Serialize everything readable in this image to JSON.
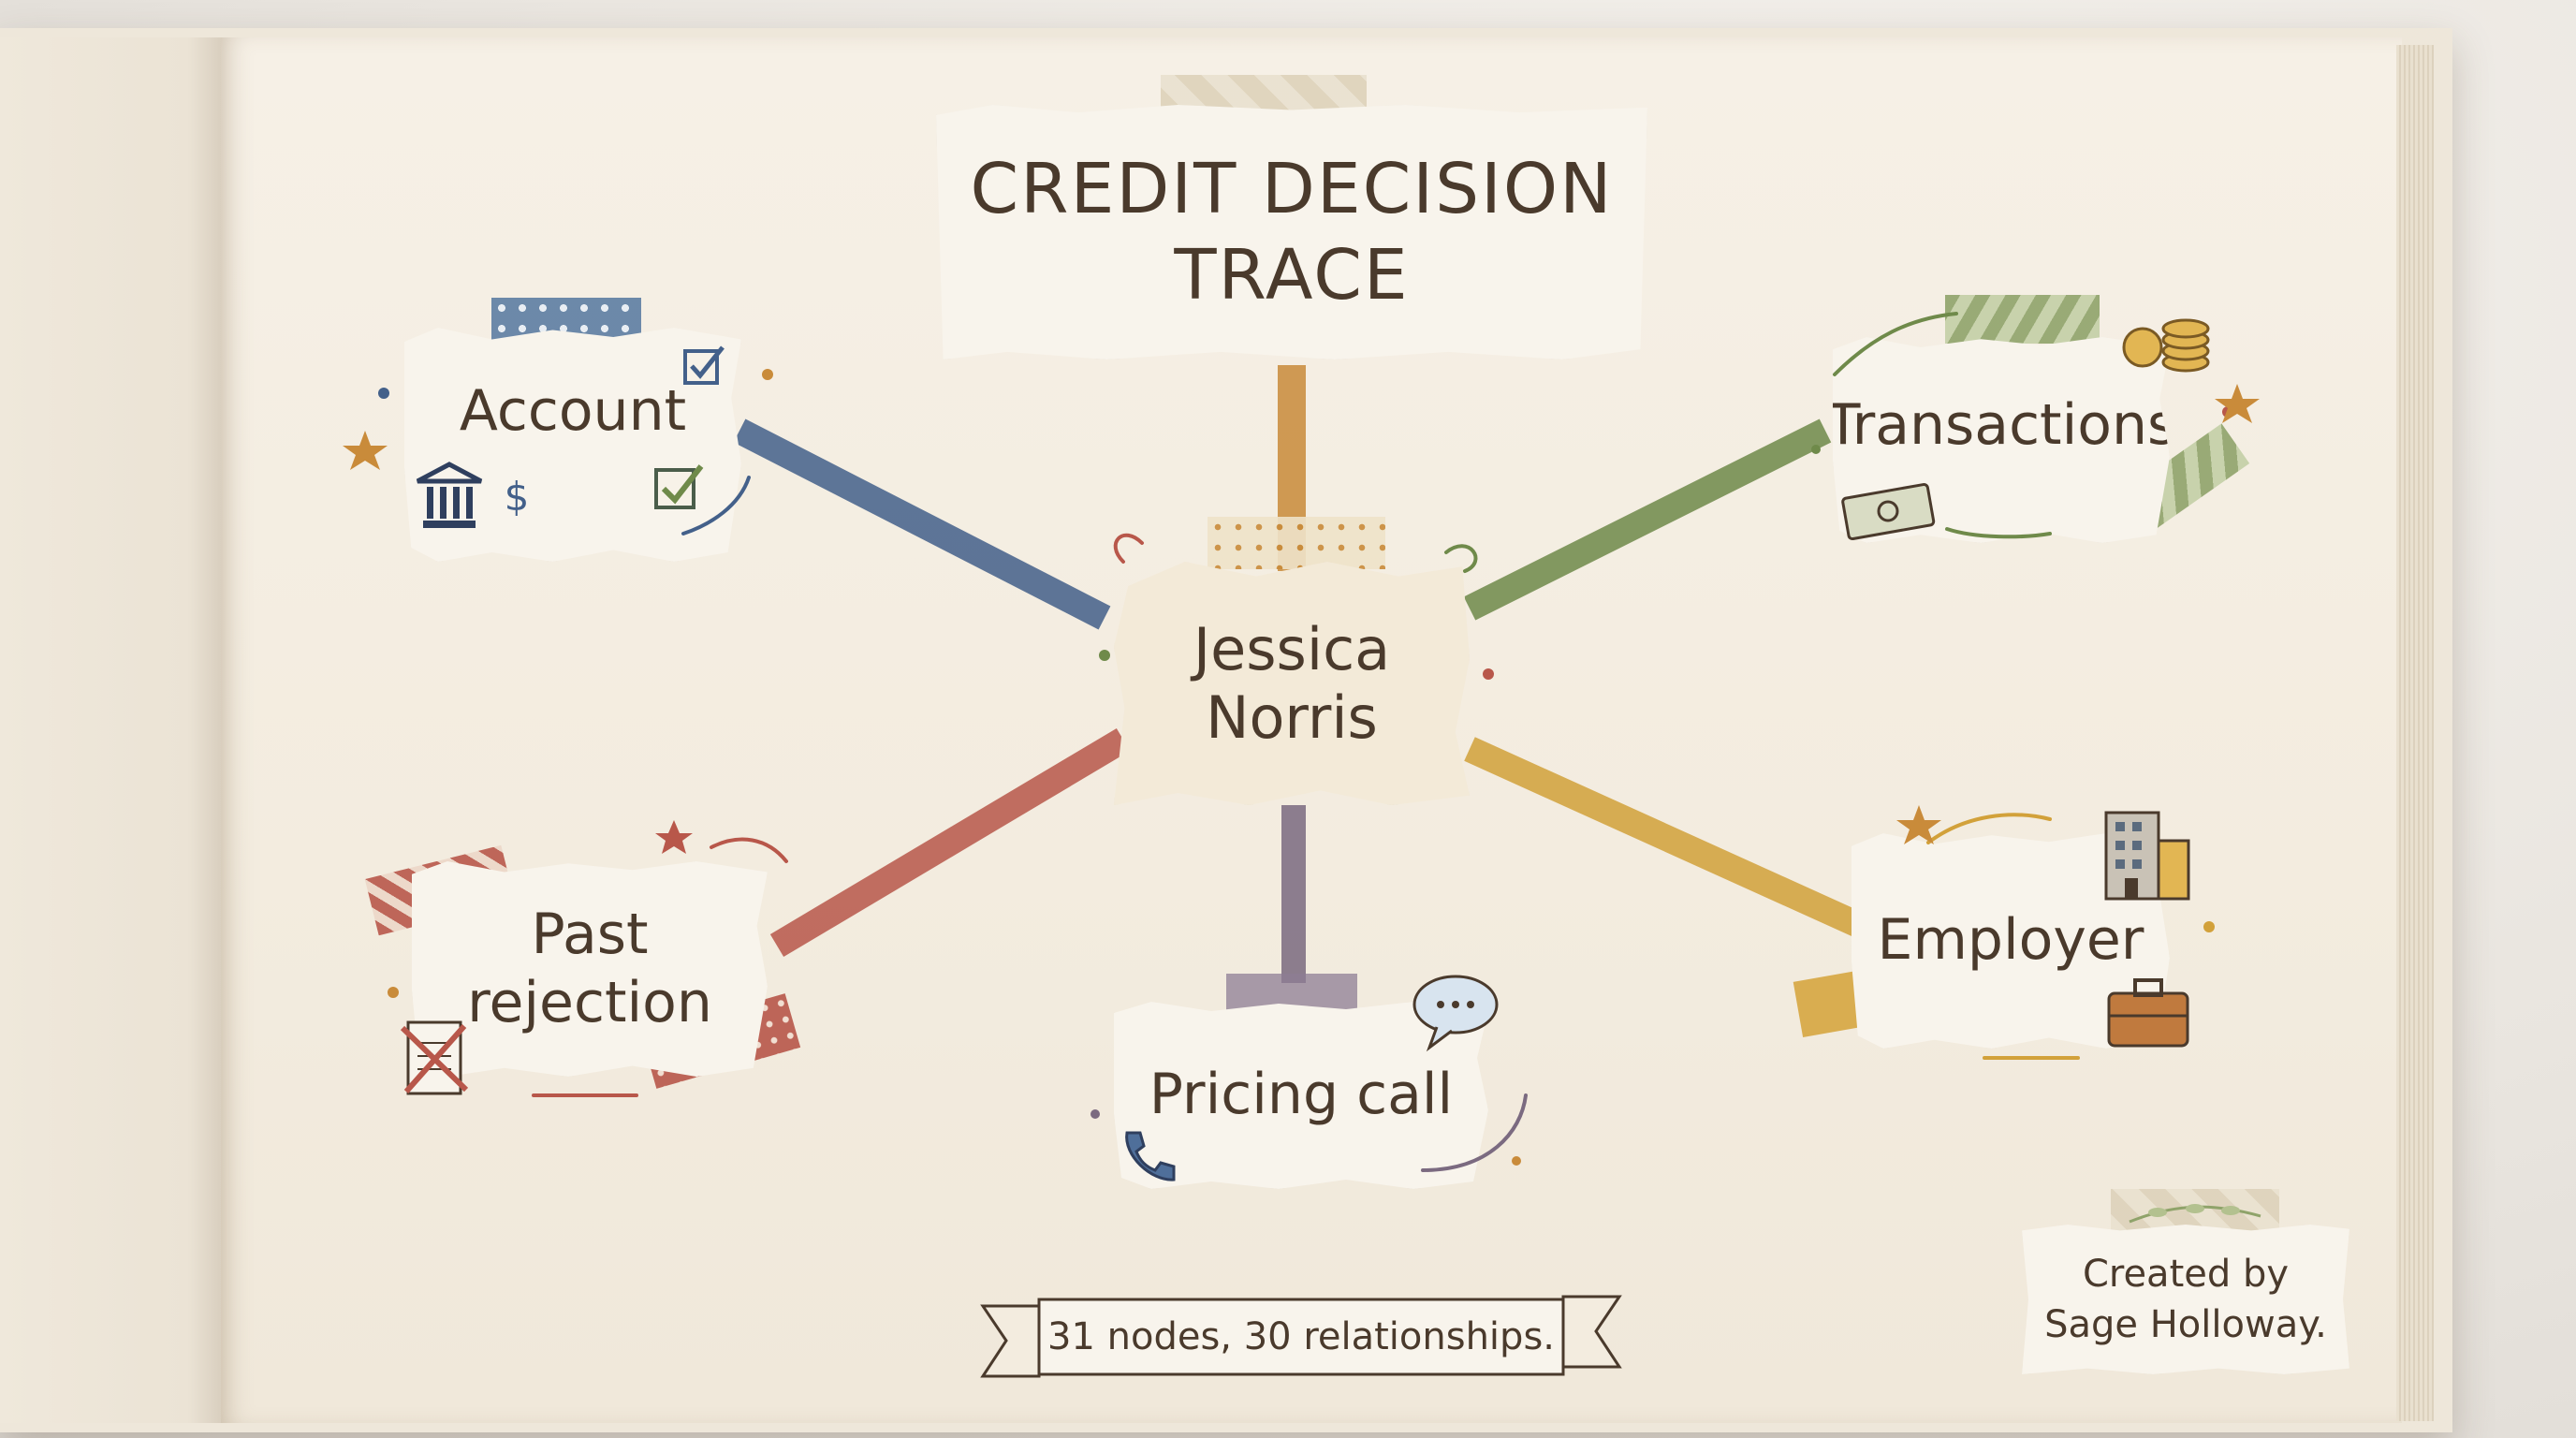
{
  "diagram": {
    "title_line1": "CREDIT DECISION",
    "title_line2": "TRACE",
    "center": {
      "line1": "Jessica",
      "line2": "Norris"
    },
    "nodes": {
      "account": "Account",
      "transactions": "Transactions",
      "past_rejection_line1": "Past",
      "past_rejection_line2": "rejection",
      "employer": "Employer",
      "pricing_call": "Pricing call"
    },
    "summary": "31 nodes, 30 relationships.",
    "credit_line1": "Created by",
    "credit_line2": "Sage Holloway."
  },
  "colors": {
    "account_link": "#43608a",
    "transactions_link": "#6f8a4a",
    "past_rejection_link": "#b8574a",
    "employer_link": "#d2a13a",
    "pricing_call_link": "#7b6a80",
    "title_link": "#c98b3a",
    "ink": "#4a3a2c"
  },
  "icons": [
    "bank-icon",
    "dollar-icon",
    "checkbox-icon",
    "coins-icon",
    "banknote-icon",
    "document-rejected-icon",
    "office-building-icon",
    "briefcase-icon",
    "speech-bubble-icon",
    "phone-icon",
    "leaf-icon"
  ]
}
